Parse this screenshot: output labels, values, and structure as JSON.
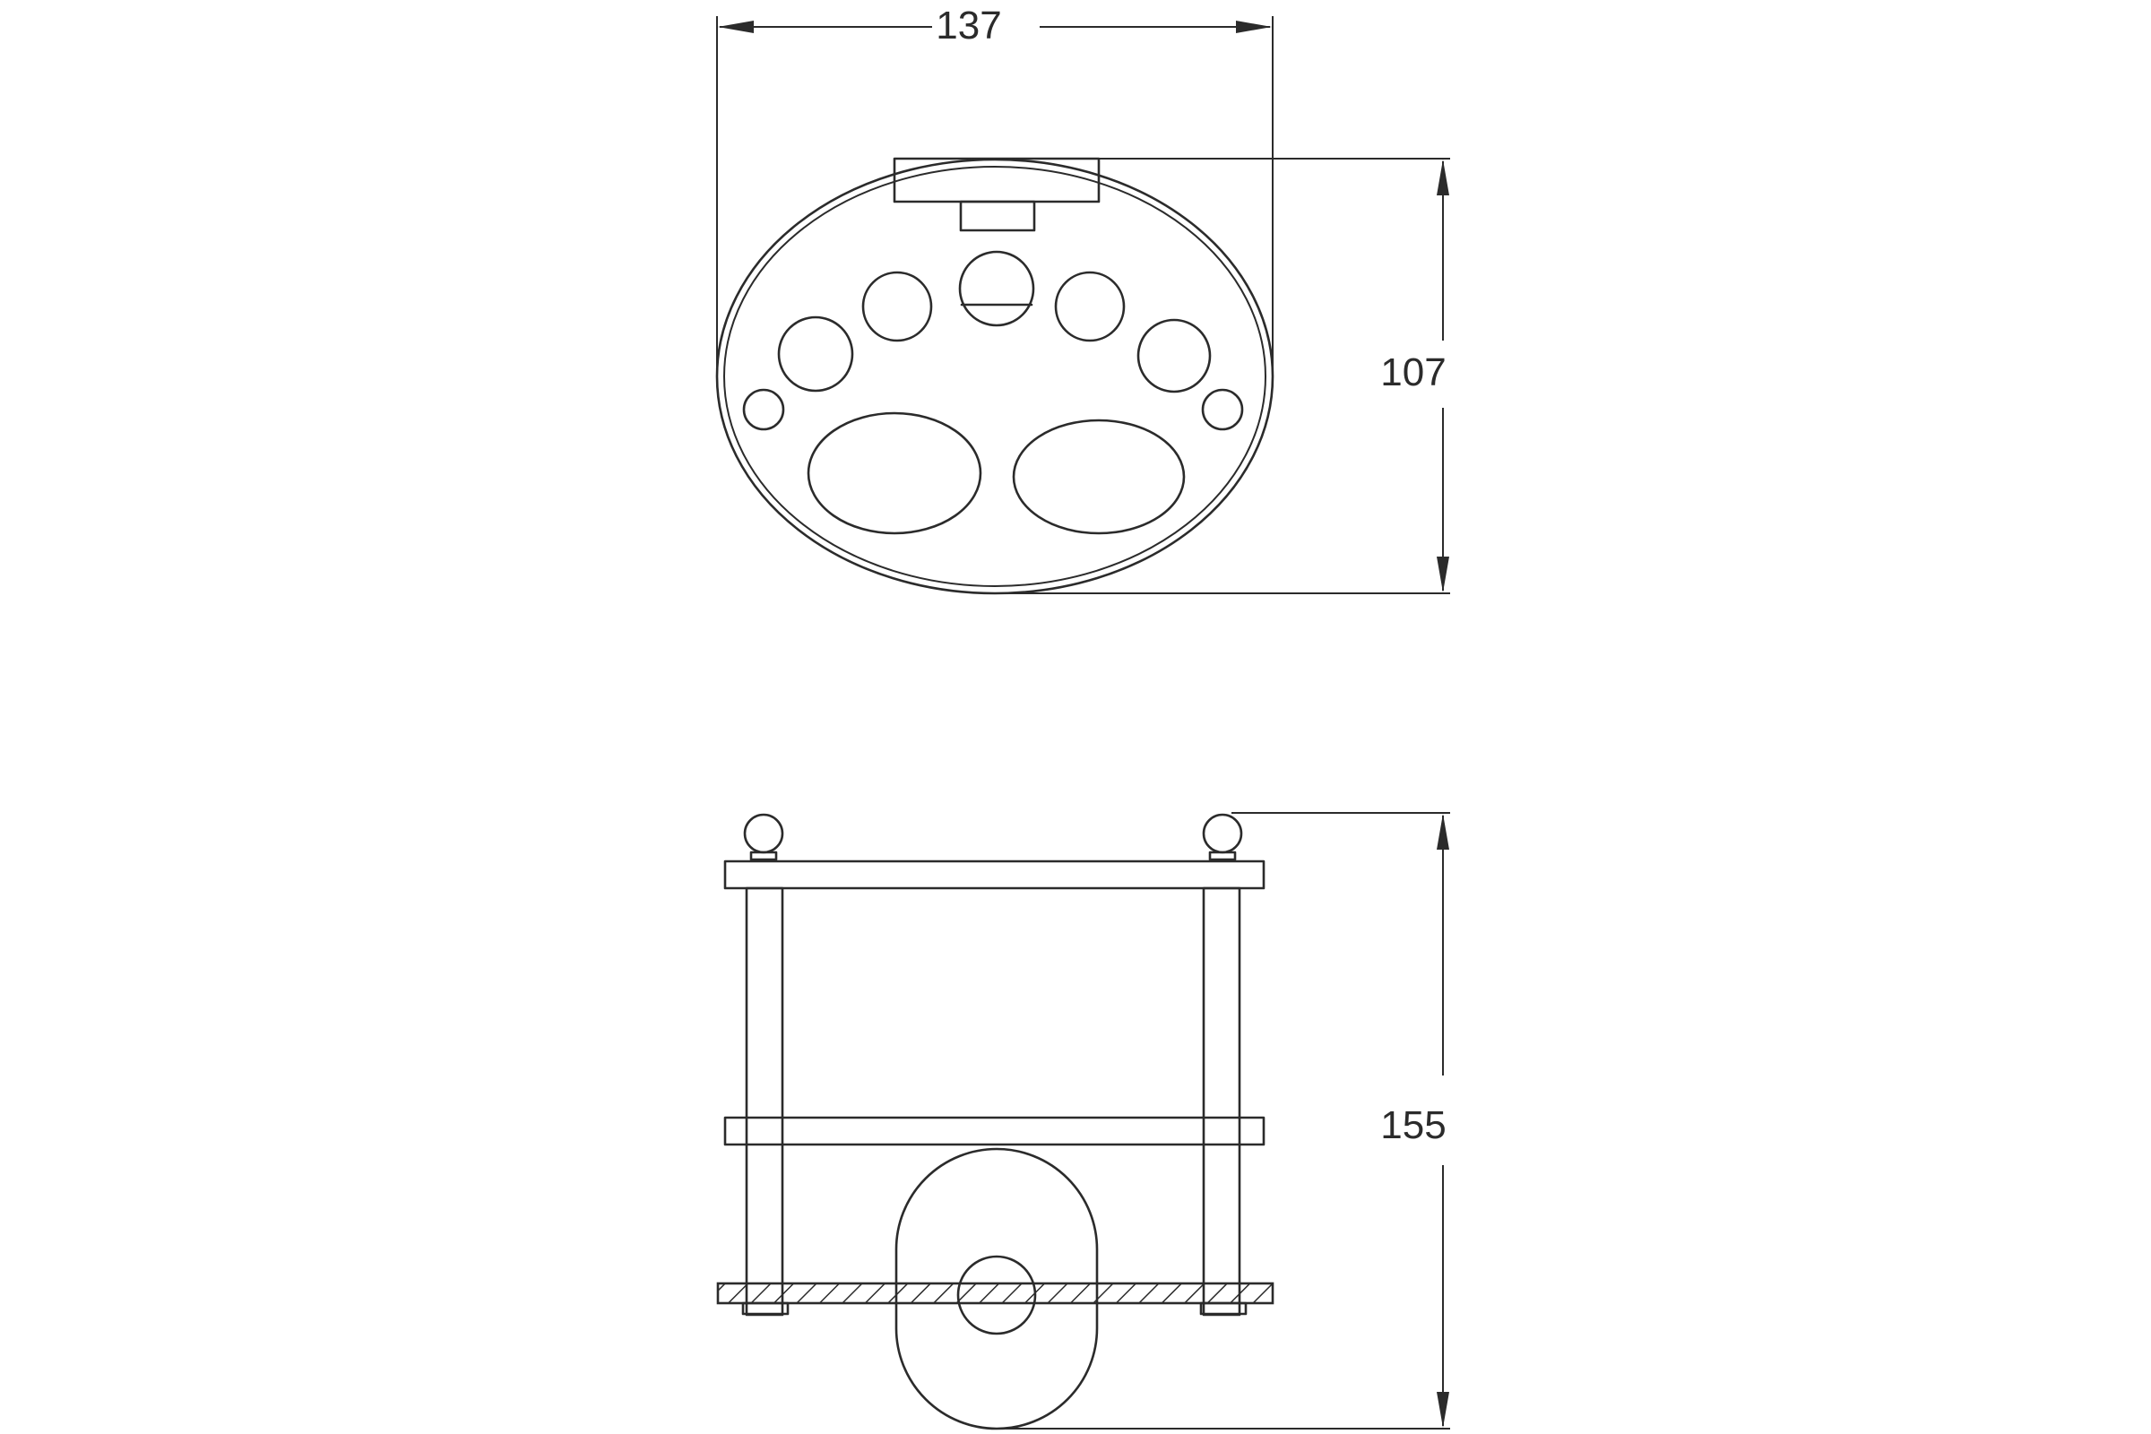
{
  "drawing": {
    "line_color": "#2b2b2b",
    "background": "#ffffff",
    "views": [
      "top-view",
      "front-view"
    ],
    "dimensions": {
      "width": "137",
      "depth": "107",
      "height": "155"
    }
  }
}
